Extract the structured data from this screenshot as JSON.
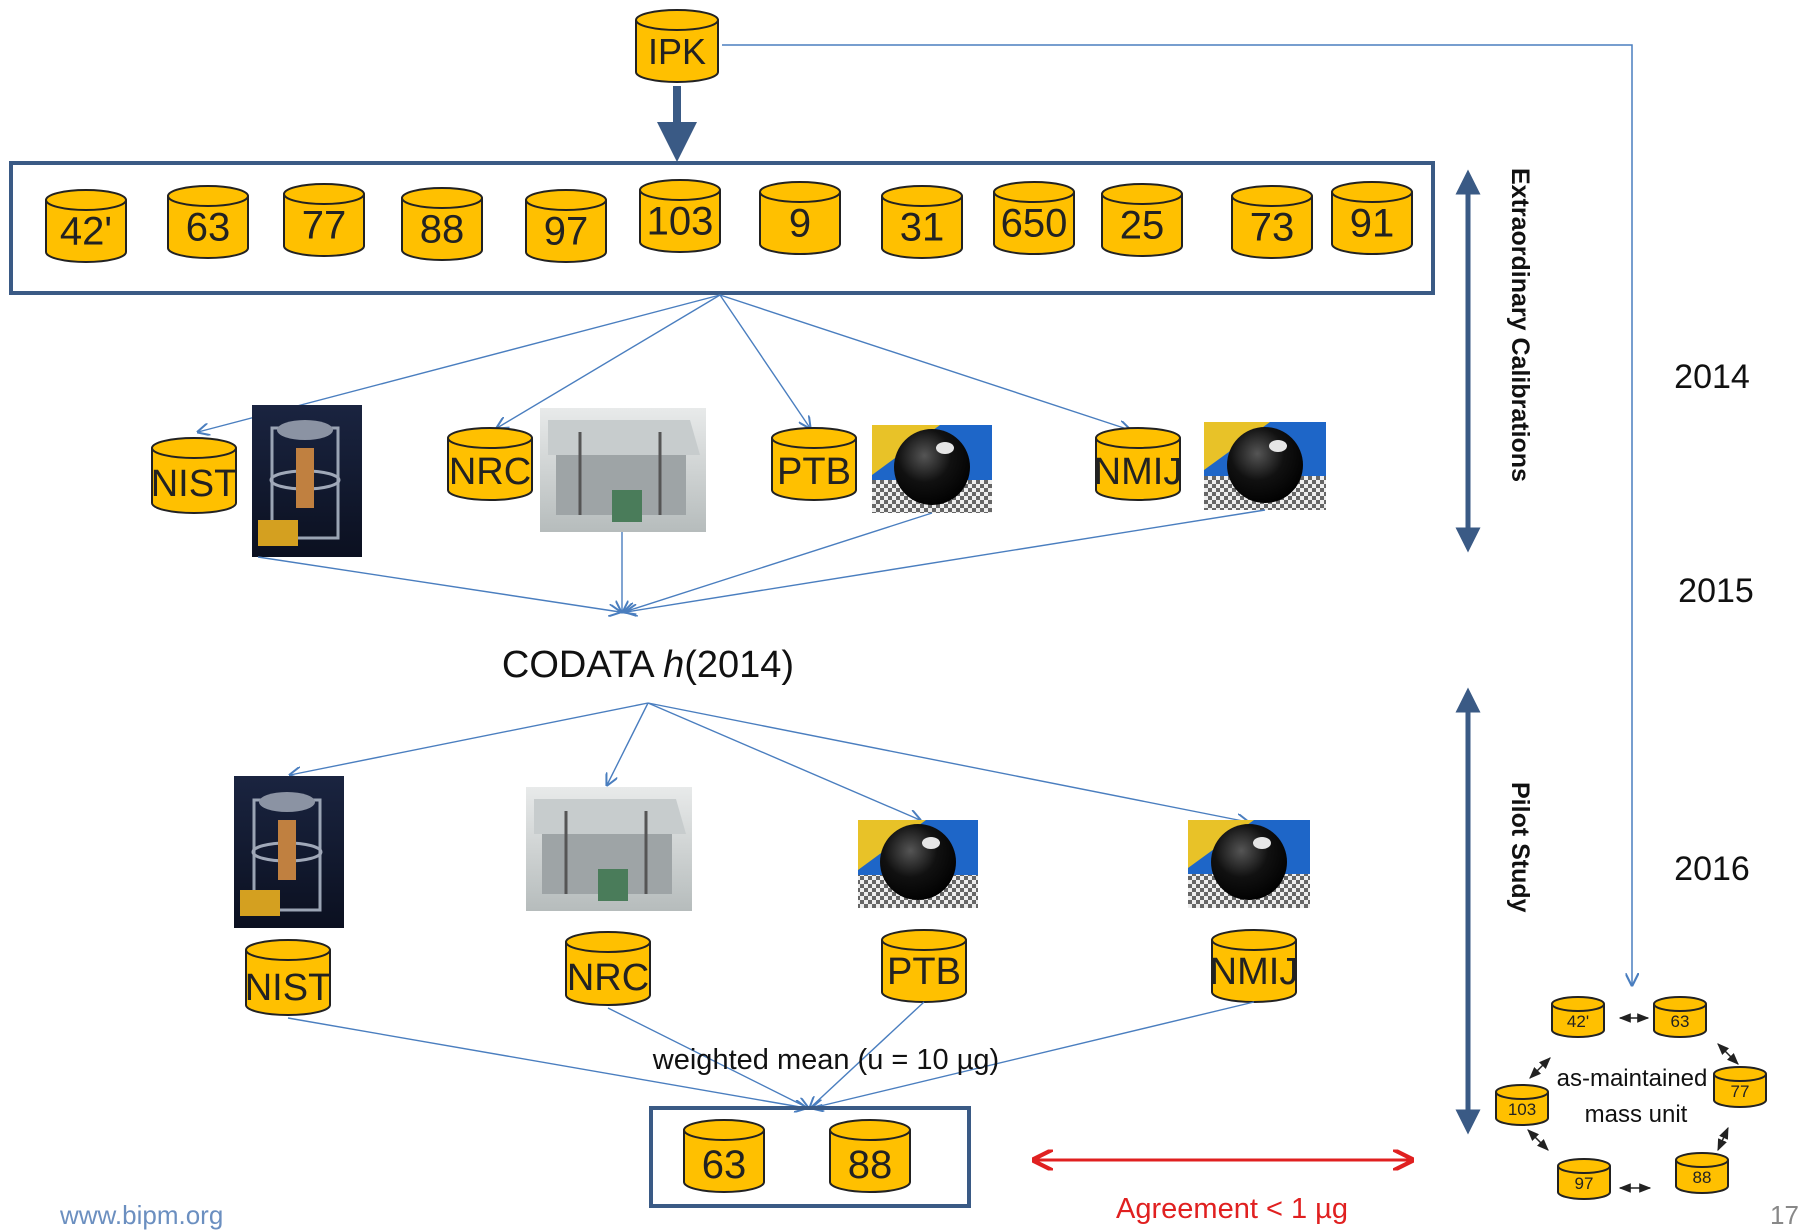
{
  "ipk": {
    "label": "IPK"
  },
  "ensemble": {
    "labels": [
      "42'",
      "63",
      "77",
      "88",
      "97",
      "103",
      "9",
      "31",
      "650",
      "25",
      "73",
      "91"
    ]
  },
  "labs_top": {
    "labels": [
      "NIST",
      "NRC",
      "PTB",
      "NMIJ"
    ]
  },
  "labs_bottom": {
    "labels": [
      "NIST",
      "NRC",
      "PTB",
      "NMIJ"
    ]
  },
  "codata": {
    "prefix": "CODATA ",
    "symbol": "h",
    "suffix": "(2014)"
  },
  "weighted_mean": {
    "label": "weighted mean (u = 10 µg)"
  },
  "result": {
    "labels": [
      "63",
      "88"
    ]
  },
  "side_labels": {
    "extraordinary": "Extraordinary Calibrations",
    "pilot": "Pilot Study"
  },
  "years": {
    "y1": "2014",
    "y2": "2015",
    "y3": "2016"
  },
  "agreement": {
    "label": "Agreement < 1 µg"
  },
  "as_maintained": {
    "line1": "as-maintained",
    "line2": "mass unit",
    "labels": [
      "42'",
      "63",
      "77",
      "88",
      "97",
      "103"
    ]
  },
  "footer": {
    "url": "www.bipm.org",
    "page": "17"
  },
  "colors": {
    "gold": "#ffc000",
    "outline": "#222222",
    "frame": "#3a5a85",
    "arrow_blue": "#4a7ebf",
    "red": "#e02020"
  },
  "icons": {
    "instrument": "watt-balance-photo",
    "sphere": "silicon-sphere-photo"
  }
}
